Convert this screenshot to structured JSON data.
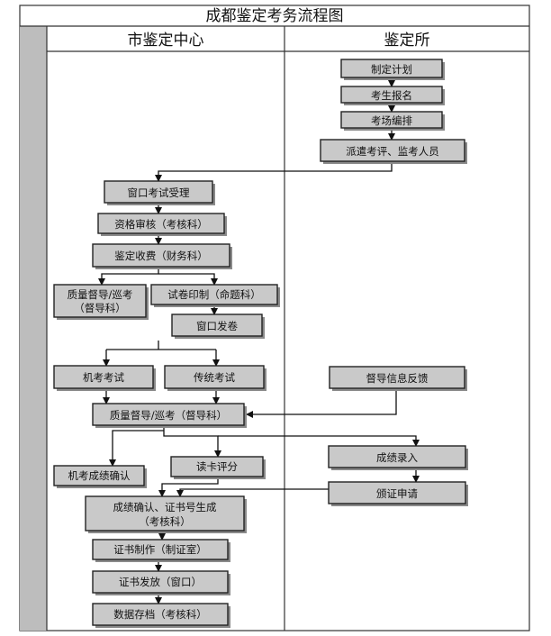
{
  "title": "成都鉴定考务流程图",
  "lanes": {
    "left": "市鉴定中心",
    "right": "鉴定所"
  },
  "nodes": {
    "plan": "制定计划",
    "register": "考生报名",
    "arrange": "考场编排",
    "dispatch": "派遣考评、监考人员",
    "window_accept": "窗口考试受理",
    "qual_check": "资格审核（考核科）",
    "fee": "鉴定收费（财务科）",
    "supervise1_line1": "质量督导/巡考",
    "supervise1_line2": "（督导科）",
    "print": "试卷印制（命题科）",
    "distribute": "窗口发卷",
    "machine_exam": "机考考试",
    "paper_exam": "传统考试",
    "feedback": "督导信息反馈",
    "supervise2": "质量督导/巡考（督导科）",
    "read_card": "读卡评分",
    "machine_confirm": "机考成绩确认",
    "score_entry": "成绩录入",
    "cert_apply": "颁证申请",
    "confirm_line1": "成绩确认、证书号生成",
    "confirm_line2": "（考核科）",
    "make_cert": "证书制作（制证室）",
    "issue_cert": "证书发放（窗口）",
    "archive": "数据存档（考核科）"
  }
}
